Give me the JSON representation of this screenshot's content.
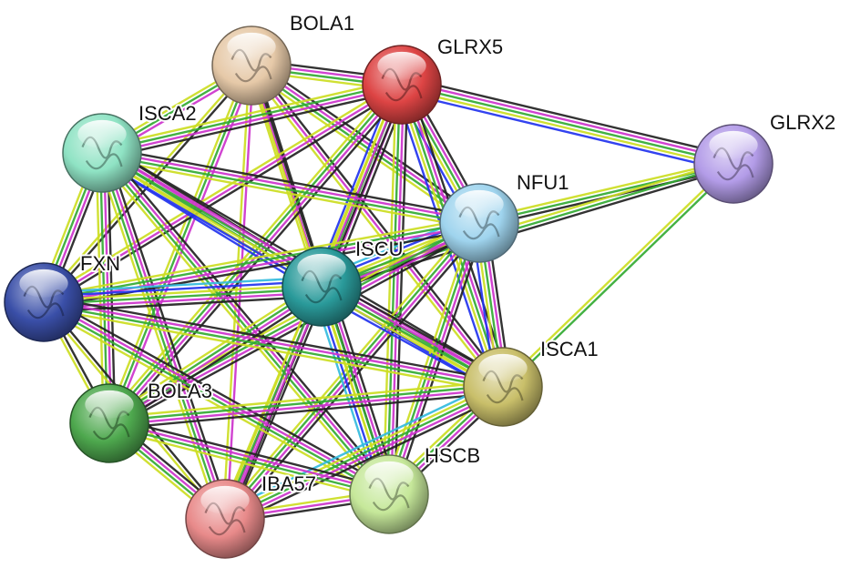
{
  "network": {
    "edge_colors": [
      "#222222",
      "#cc33cc",
      "#33aa33",
      "#ccdd22",
      "#2233ee",
      "#33bbdd"
    ],
    "nodes": [
      {
        "id": "BOLA1",
        "label": "BOLA1",
        "color": "#e6c9a8"
      },
      {
        "id": "GLRX5",
        "label": "GLRX5",
        "color": "#dd4444"
      },
      {
        "id": "ISCA2",
        "label": "ISCA2",
        "color": "#8fe3c4"
      },
      {
        "id": "GLRX2",
        "label": "GLRX2",
        "color": "#b39ce8"
      },
      {
        "id": "NFU1",
        "label": "NFU1",
        "color": "#9fd4ee"
      },
      {
        "id": "ISCU",
        "label": "ISCU",
        "color": "#2a9a9a"
      },
      {
        "id": "FXN",
        "label": "FXN",
        "color": "#3a4fa8"
      },
      {
        "id": "ISCA1",
        "label": "ISCA1",
        "color": "#c9bf6a"
      },
      {
        "id": "BOLA3",
        "label": "BOLA3",
        "color": "#4ea84e"
      },
      {
        "id": "HSCB",
        "label": "HSCB",
        "color": "#c6e89a"
      },
      {
        "id": "IBA57",
        "label": "IBA57",
        "color": "#e88a8a"
      }
    ],
    "edges": [
      {
        "source": "BOLA1",
        "target": "GLRX5",
        "types": [
          0,
          1,
          2,
          3
        ]
      },
      {
        "source": "BOLA1",
        "target": "ISCA2",
        "types": [
          1,
          2,
          3
        ]
      },
      {
        "source": "BOLA1",
        "target": "NFU1",
        "types": [
          0,
          1,
          2,
          3
        ]
      },
      {
        "source": "BOLA1",
        "target": "ISCU",
        "types": [
          0,
          1,
          3
        ]
      },
      {
        "source": "BOLA1",
        "target": "FXN",
        "types": [
          0,
          3
        ]
      },
      {
        "source": "BOLA1",
        "target": "ISCA1",
        "types": [
          0,
          1,
          3
        ]
      },
      {
        "source": "BOLA1",
        "target": "BOLA3",
        "types": [
          1,
          2,
          3
        ]
      },
      {
        "source": "BOLA1",
        "target": "HSCB",
        "types": [
          0,
          3
        ]
      },
      {
        "source": "BOLA1",
        "target": "IBA57",
        "types": [
          1,
          3
        ]
      },
      {
        "source": "GLRX5",
        "target": "GLRX2",
        "types": [
          0,
          1,
          2,
          3,
          4
        ]
      },
      {
        "source": "GLRX5",
        "target": "ISCA2",
        "types": [
          0,
          1,
          2,
          3
        ]
      },
      {
        "source": "GLRX5",
        "target": "NFU1",
        "types": [
          0,
          1,
          2,
          3,
          4
        ]
      },
      {
        "source": "GLRX5",
        "target": "ISCU",
        "types": [
          0,
          1,
          2,
          3,
          4
        ]
      },
      {
        "source": "GLRX5",
        "target": "FXN",
        "types": [
          0,
          1,
          3
        ]
      },
      {
        "source": "GLRX5",
        "target": "ISCA1",
        "types": [
          0,
          1,
          2,
          3,
          4
        ]
      },
      {
        "source": "GLRX5",
        "target": "BOLA3",
        "types": [
          0,
          1,
          2,
          3
        ]
      },
      {
        "source": "GLRX5",
        "target": "HSCB",
        "types": [
          0,
          1,
          2,
          3
        ]
      },
      {
        "source": "GLRX5",
        "target": "IBA57",
        "types": [
          0,
          1,
          3
        ]
      },
      {
        "source": "GLRX2",
        "target": "NFU1",
        "types": [
          0,
          2,
          3
        ]
      },
      {
        "source": "GLRX2",
        "target": "ISCU",
        "types": [
          0,
          2,
          3
        ]
      },
      {
        "source": "GLRX2",
        "target": "ISCA1",
        "types": [
          2,
          3
        ]
      },
      {
        "source": "ISCA2",
        "target": "NFU1",
        "types": [
          0,
          1,
          2,
          3
        ]
      },
      {
        "source": "ISCA2",
        "target": "ISCU",
        "types": [
          0,
          1,
          2,
          3,
          4
        ]
      },
      {
        "source": "ISCA2",
        "target": "FXN",
        "types": [
          0,
          1,
          2,
          3
        ]
      },
      {
        "source": "ISCA2",
        "target": "ISCA1",
        "types": [
          0,
          1,
          2,
          3,
          4
        ]
      },
      {
        "source": "ISCA2",
        "target": "BOLA3",
        "types": [
          0,
          1,
          2,
          3
        ]
      },
      {
        "source": "ISCA2",
        "target": "HSCB",
        "types": [
          0,
          1,
          2,
          3
        ]
      },
      {
        "source": "ISCA2",
        "target": "IBA57",
        "types": [
          0,
          1,
          2,
          3
        ]
      },
      {
        "source": "NFU1",
        "target": "ISCU",
        "types": [
          0,
          1,
          2,
          3,
          4,
          5
        ]
      },
      {
        "source": "NFU1",
        "target": "FXN",
        "types": [
          0,
          1,
          2,
          3
        ]
      },
      {
        "source": "NFU1",
        "target": "ISCA1",
        "types": [
          0,
          1,
          2,
          3,
          4
        ]
      },
      {
        "source": "NFU1",
        "target": "BOLA3",
        "types": [
          0,
          1,
          2,
          3
        ]
      },
      {
        "source": "NFU1",
        "target": "HSCB",
        "types": [
          0,
          1,
          2,
          3
        ]
      },
      {
        "source": "NFU1",
        "target": "IBA57",
        "types": [
          0,
          1,
          2,
          3
        ]
      },
      {
        "source": "ISCU",
        "target": "FXN",
        "types": [
          0,
          1,
          2,
          3,
          4,
          5
        ]
      },
      {
        "source": "ISCU",
        "target": "ISCA1",
        "types": [
          0,
          1,
          2,
          3,
          4
        ]
      },
      {
        "source": "ISCU",
        "target": "BOLA3",
        "types": [
          0,
          1,
          2,
          3
        ]
      },
      {
        "source": "ISCU",
        "target": "HSCB",
        "types": [
          0,
          1,
          2,
          3,
          4,
          5
        ]
      },
      {
        "source": "ISCU",
        "target": "IBA57",
        "types": [
          0,
          1,
          2,
          3
        ]
      },
      {
        "source": "FXN",
        "target": "ISCA1",
        "types": [
          0,
          1,
          2,
          3
        ]
      },
      {
        "source": "FXN",
        "target": "BOLA3",
        "types": [
          0,
          3
        ]
      },
      {
        "source": "FXN",
        "target": "HSCB",
        "types": [
          0,
          1,
          2,
          3
        ]
      },
      {
        "source": "FXN",
        "target": "IBA57",
        "types": [
          0,
          3
        ]
      },
      {
        "source": "ISCA1",
        "target": "BOLA3",
        "types": [
          0,
          1,
          2,
          3
        ]
      },
      {
        "source": "ISCA1",
        "target": "HSCB",
        "types": [
          0,
          1,
          2,
          3
        ]
      },
      {
        "source": "ISCA1",
        "target": "IBA57",
        "types": [
          0,
          1,
          2,
          3,
          5
        ]
      },
      {
        "source": "BOLA3",
        "target": "HSCB",
        "types": [
          0,
          1,
          2,
          3
        ]
      },
      {
        "source": "BOLA3",
        "target": "IBA57",
        "types": [
          0,
          1,
          2,
          3
        ]
      },
      {
        "source": "HSCB",
        "target": "IBA57",
        "types": [
          0,
          1,
          3
        ]
      }
    ]
  }
}
